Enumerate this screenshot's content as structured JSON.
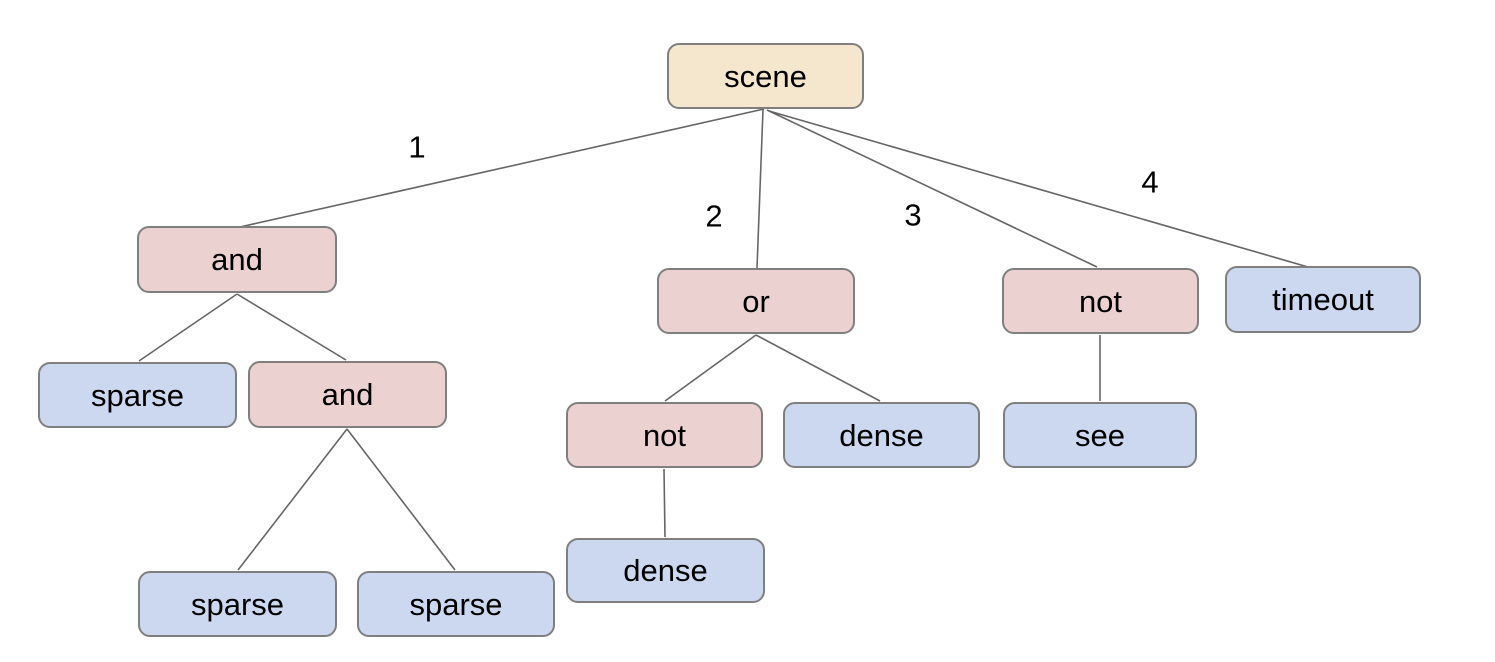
{
  "diagram": {
    "type": "tree",
    "colors": {
      "bg": "#ffffff",
      "root_fill": "#f5e7ce",
      "operator_fill": "#ecd1d1",
      "leaf_fill": "#ccd7f0",
      "node_border": "#7f7f7f",
      "edge_color": "#666666",
      "text_color": "#000000"
    },
    "nodes": [
      {
        "id": "scene",
        "label": "scene",
        "type": "root"
      },
      {
        "id": "and1",
        "label": "and",
        "type": "operator"
      },
      {
        "id": "or1",
        "label": "or",
        "type": "operator"
      },
      {
        "id": "not1",
        "label": "not",
        "type": "operator"
      },
      {
        "id": "timeout",
        "label": "timeout",
        "type": "leaf"
      },
      {
        "id": "sparse1",
        "label": "sparse",
        "type": "leaf"
      },
      {
        "id": "and2",
        "label": "and",
        "type": "operator"
      },
      {
        "id": "not2",
        "label": "not",
        "type": "operator"
      },
      {
        "id": "dense1",
        "label": "dense",
        "type": "leaf"
      },
      {
        "id": "see",
        "label": "see",
        "type": "leaf"
      },
      {
        "id": "sparse2",
        "label": "sparse",
        "type": "leaf"
      },
      {
        "id": "sparse3",
        "label": "sparse",
        "type": "leaf"
      },
      {
        "id": "dense2",
        "label": "dense",
        "type": "leaf"
      }
    ],
    "edges": [
      {
        "from": "scene",
        "to": "and1",
        "label": "1"
      },
      {
        "from": "scene",
        "to": "or1",
        "label": "2"
      },
      {
        "from": "scene",
        "to": "not1",
        "label": "3"
      },
      {
        "from": "scene",
        "to": "timeout",
        "label": "4"
      },
      {
        "from": "and1",
        "to": "sparse1"
      },
      {
        "from": "and1",
        "to": "and2"
      },
      {
        "from": "and2",
        "to": "sparse2"
      },
      {
        "from": "and2",
        "to": "sparse3"
      },
      {
        "from": "or1",
        "to": "not2"
      },
      {
        "from": "or1",
        "to": "dense1"
      },
      {
        "from": "not2",
        "to": "dense2"
      },
      {
        "from": "not1",
        "to": "see"
      }
    ]
  }
}
